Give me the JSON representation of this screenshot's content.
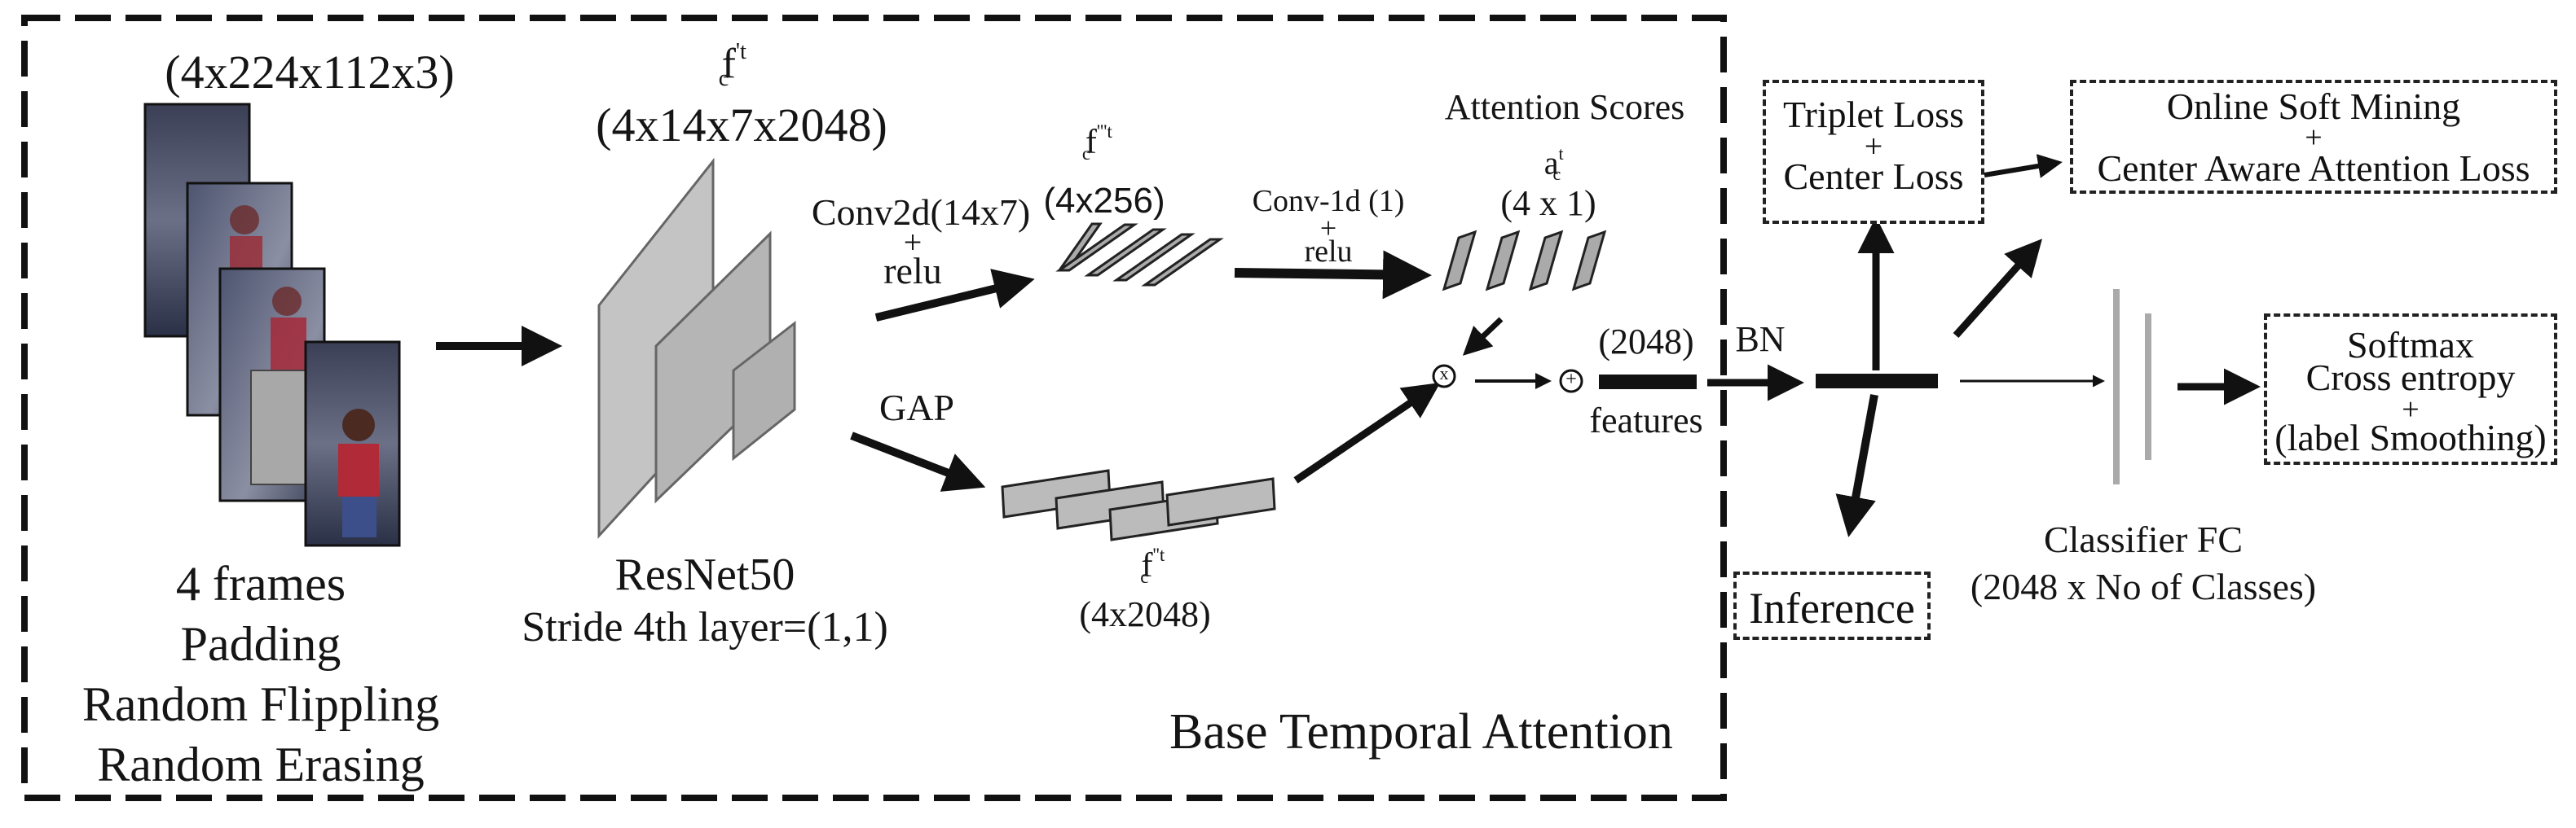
{
  "input": {
    "shape": "(4x224x112x3)",
    "captions": [
      "4 frames",
      "Padding",
      "Random Flippling",
      "Random Erasing"
    ]
  },
  "backbone": {
    "feature_symbol": "f",
    "feature_sub": "c",
    "feature_sup": "'t",
    "feature_shape": "(4x14x7x2048)",
    "name": "ResNet50",
    "stride_note": "Stride 4th layer=(1,1)"
  },
  "conv2d": {
    "label": "Conv2d(14x7)",
    "plus": "+",
    "act": "relu"
  },
  "f_prime3": {
    "symbol": "f",
    "sub": "c",
    "sup": "'''t",
    "shape": "(4x256)"
  },
  "conv1d": {
    "label": "Conv-1d (1)",
    "plus": "+",
    "act": "relu"
  },
  "attention": {
    "title": "Attention Scores",
    "symbol": "a",
    "sub": "c",
    "sup": "t",
    "shape": "(4 x 1)"
  },
  "gap": {
    "label": "GAP"
  },
  "f_prime2": {
    "symbol": "f",
    "sub": "c",
    "sup": "''t",
    "shape": "(4x2048)"
  },
  "ops": {
    "multiply": "x",
    "add": "+"
  },
  "feature_vec": {
    "dim": "(2048)",
    "label": "features"
  },
  "region_label": "Base Temporal Attention",
  "bn_label": "BN",
  "losses": {
    "triplet": [
      "Triplet Loss",
      "+",
      "Center Loss"
    ],
    "online": [
      "Online Soft Mining",
      "+",
      "Center Aware Attention Loss"
    ],
    "softmax": [
      "Softmax",
      "Cross entropy",
      "+",
      "(label Smoothing)"
    ]
  },
  "inference": "Inference",
  "classifier": {
    "title": "Classifier FC",
    "dims": "(2048 x No of Classes)"
  }
}
